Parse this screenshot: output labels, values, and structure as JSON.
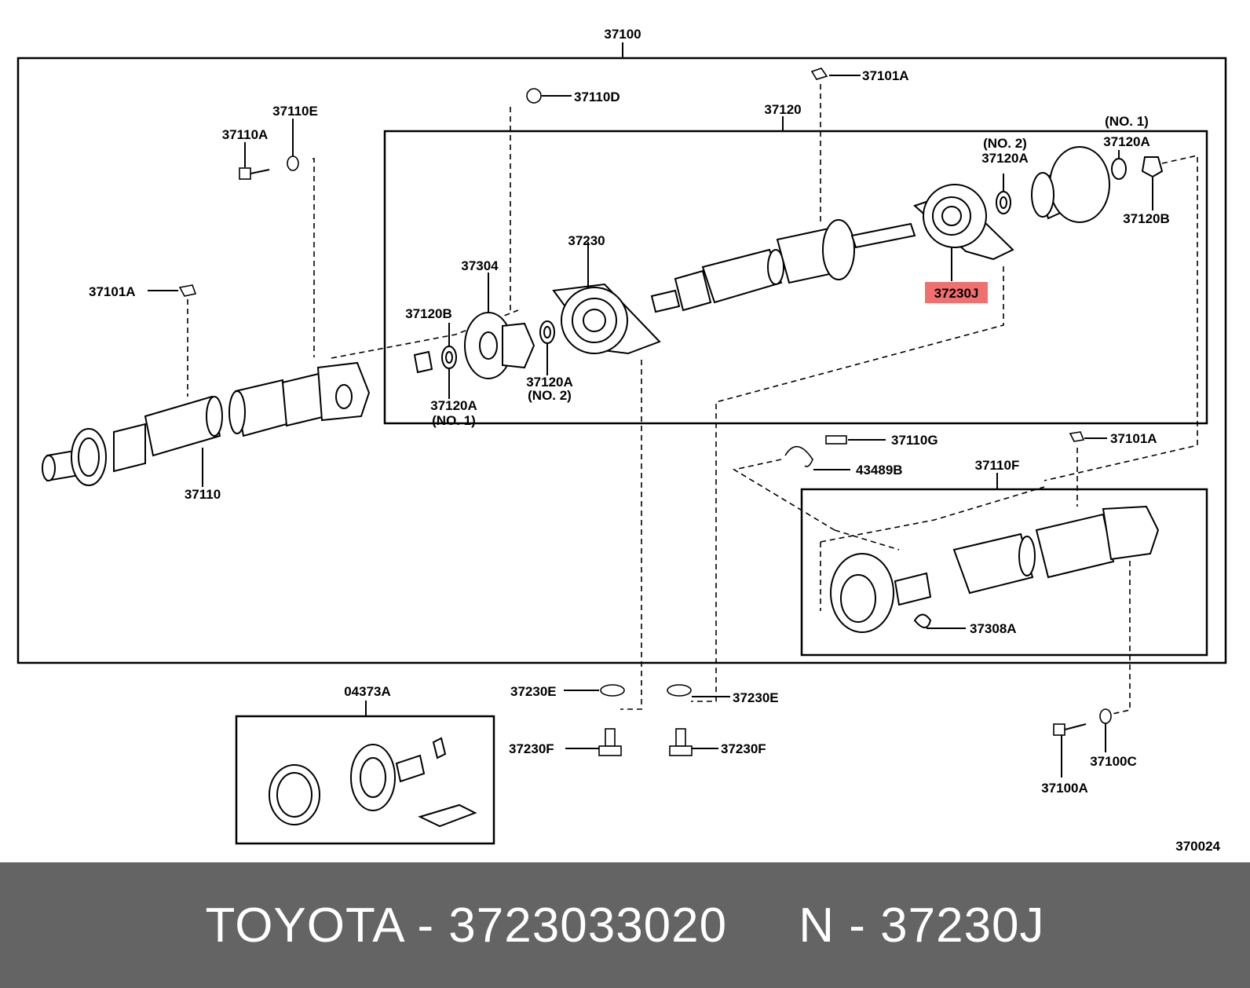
{
  "diagram": {
    "labels": {
      "p37100": "37100",
      "p37101A_top": "37101A",
      "p37110D": "37110D",
      "p37120": "37120",
      "p37110E": "37110E",
      "p37110A": "37110A",
      "p37101A_left": "37101A",
      "p37304": "37304",
      "p37230": "37230",
      "p37120B_left": "37120B",
      "p37120A_no1_left": "37120A",
      "no1_left": "(NO. 1)",
      "p37120A_no2_mid": "37120A",
      "no2_mid": "(NO. 2)",
      "p37110": "37110",
      "no2_top": "(NO. 2)",
      "p37120A_no2_top": "37120A",
      "no1_top": "(NO. 1)",
      "p37120A_no1_top": "37120A",
      "p37120B_right": "37120B",
      "p37230J": "37230J",
      "p37110G": "37110G",
      "p43489B": "43489B",
      "p37101A_right": "37101A",
      "p37110F": "37110F",
      "p37308A": "37308A",
      "p04373A": "04373A",
      "p37230E_left": "37230E",
      "p37230E_right": "37230E",
      "p37230F_left": "37230F",
      "p37230F_right": "37230F",
      "p37100C": "37100C",
      "p37100A": "37100A",
      "code": "370024"
    },
    "highlight_color": "#f07070"
  },
  "footer": {
    "text": "TOYOTA - 3723033020     N - 37230J"
  }
}
